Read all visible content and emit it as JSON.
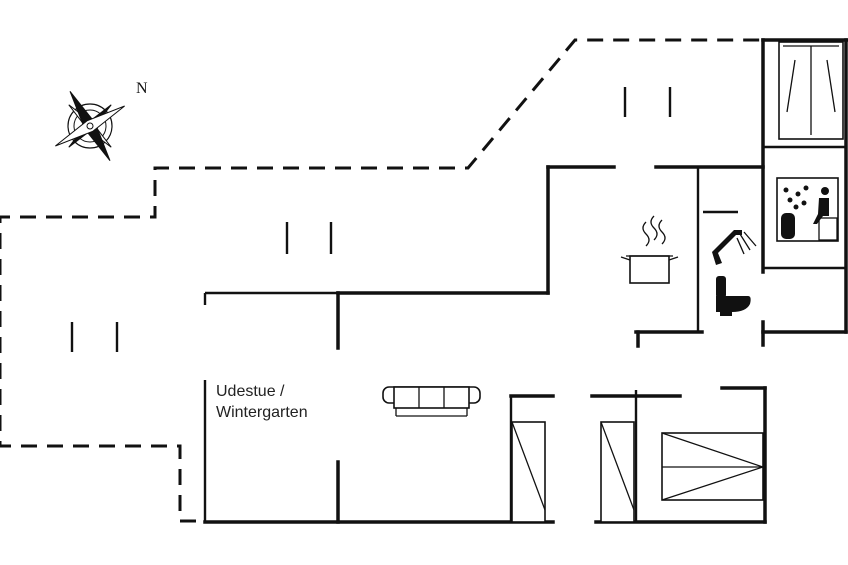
{
  "compass": {
    "north_label": "N",
    "icon": "compass-rose-icon"
  },
  "rooms": [
    {
      "id": "udestue",
      "label_lines": [
        "Udestue /",
        "Wintergarten"
      ]
    }
  ],
  "symbols": [
    "cooking-pot-icon",
    "shower-icon",
    "toilet-icon",
    "sauna-icon",
    "sofa-icon",
    "double-bed-icon",
    "single-bed-icon",
    "window-icon"
  ]
}
